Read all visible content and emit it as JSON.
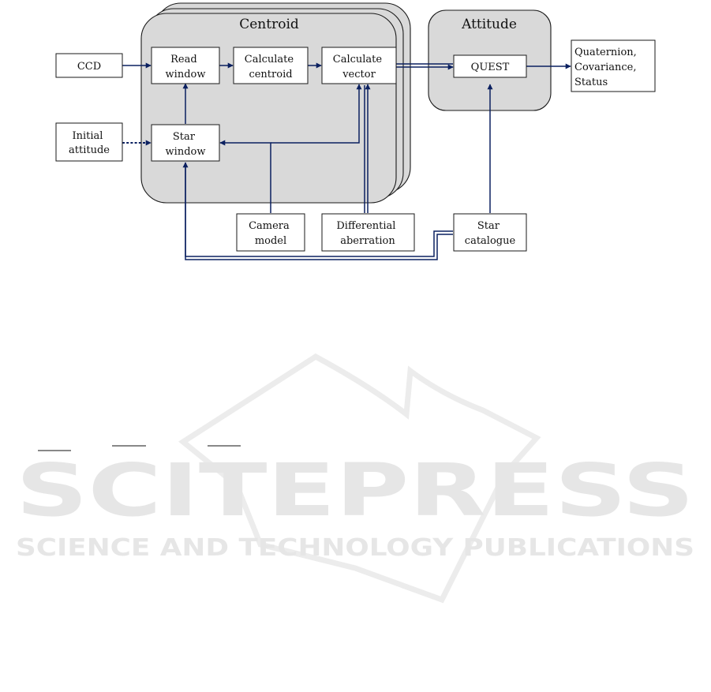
{
  "diagram": {
    "groups": {
      "centroid": {
        "title": "Centroid"
      },
      "attitude": {
        "title": "Attitude"
      }
    },
    "nodes": {
      "ccd": {
        "lines": [
          "CCD"
        ]
      },
      "initial_attitude": {
        "lines": [
          "Initial",
          "attitude"
        ]
      },
      "read_window": {
        "lines": [
          "Read",
          "window"
        ]
      },
      "calculate_centroid": {
        "lines": [
          "Calculate",
          "centroid"
        ]
      },
      "calculate_vector": {
        "lines": [
          "Calculate",
          "vector"
        ]
      },
      "star_window": {
        "lines": [
          "Star",
          "window"
        ]
      },
      "quest": {
        "lines": [
          "QUEST"
        ]
      },
      "output": {
        "lines": [
          "Quaternion,",
          "Covariance,",
          "Status"
        ]
      },
      "camera_model": {
        "lines": [
          "Camera",
          "model"
        ]
      },
      "differential_aberration": {
        "lines": [
          "Differential",
          "aberration"
        ]
      },
      "star_catalogue": {
        "lines": [
          "Star",
          "catalogue"
        ]
      }
    },
    "edges": [
      {
        "from": "ccd",
        "to": "read_window",
        "style": "solid"
      },
      {
        "from": "initial_attitude",
        "to": "star_window",
        "style": "dashed"
      },
      {
        "from": "star_window",
        "to": "read_window",
        "style": "solid"
      },
      {
        "from": "read_window",
        "to": "calculate_centroid",
        "style": "solid"
      },
      {
        "from": "calculate_centroid",
        "to": "calculate_vector",
        "style": "solid"
      },
      {
        "from": "calculate_vector",
        "to": "quest",
        "style": "double"
      },
      {
        "from": "quest",
        "to": "output",
        "style": "solid"
      },
      {
        "from": "camera_model",
        "to": "star_window",
        "style": "solid"
      },
      {
        "from": "camera_model",
        "to": "calculate_vector",
        "style": "solid"
      },
      {
        "from": "differential_aberration",
        "to": "calculate_vector",
        "style": "solid"
      },
      {
        "from": "star_catalogue",
        "to": "quest",
        "style": "solid"
      },
      {
        "from": "star_catalogue",
        "to": "star_window",
        "style": "double"
      }
    ]
  },
  "watermark": {
    "brand": "SCITEPRESS",
    "tagline": "SCIENCE AND TECHNOLOGY PUBLICATIONS"
  },
  "colors": {
    "panel_fill": "#d9d9d9",
    "arrow": "#0b2060",
    "watermark": "#e6e6e6"
  }
}
